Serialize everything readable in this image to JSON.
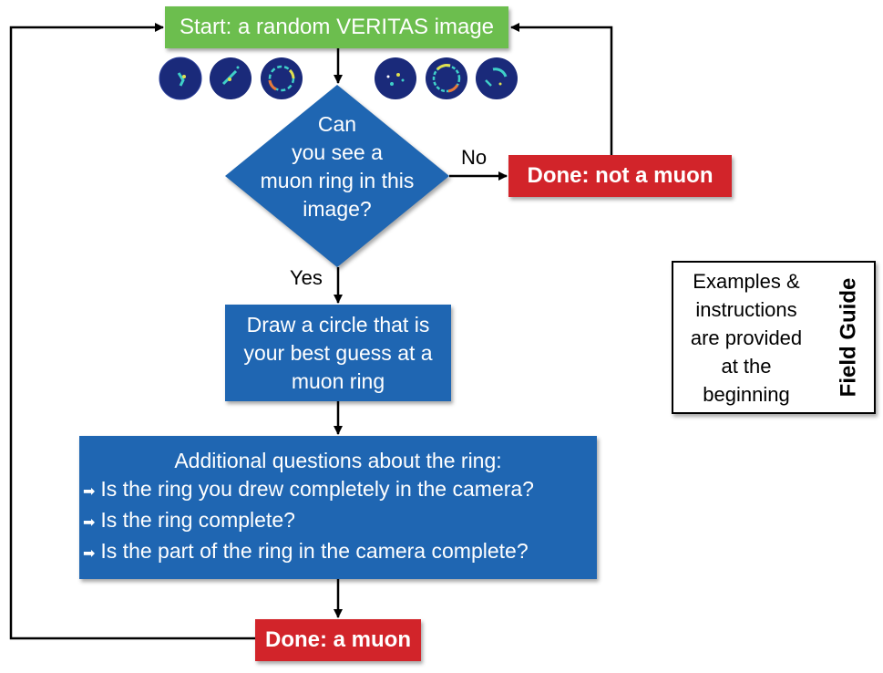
{
  "nodes": {
    "start": "Start: a random VERITAS image",
    "decision": [
      "Can",
      "you see a",
      "muon ring in this",
      "image?"
    ],
    "done_not_muon": "Done: not a muon",
    "draw_circle": "Draw a circle that is your best guess at a muon ring",
    "questions": {
      "title": "Additional questions about the ring:",
      "items": [
        "Is the ring you drew completely in the camera?",
        "Is the ring complete?",
        "Is the part of the ring in the camera complete?"
      ]
    },
    "done_muon": "Done: a muon"
  },
  "edge_labels": {
    "no": "No",
    "yes": "Yes"
  },
  "field_guide": {
    "title": "Field Guide",
    "text": [
      "Examples &",
      "instructions",
      "are provided",
      "at the",
      "beginning"
    ]
  },
  "colors": {
    "start_green": "#6cbe4e",
    "done_red": "#d2242a",
    "process_blue": "#1f66b2",
    "camera_bg": "#1a2a7a"
  },
  "bullet_icon": "arrow-bullet-icon",
  "camera_images": {
    "description_icons": [
      "camera-image-icon",
      "camera-image-icon",
      "camera-image-icon",
      "camera-image-icon",
      "camera-image-icon",
      "camera-image-icon"
    ]
  }
}
